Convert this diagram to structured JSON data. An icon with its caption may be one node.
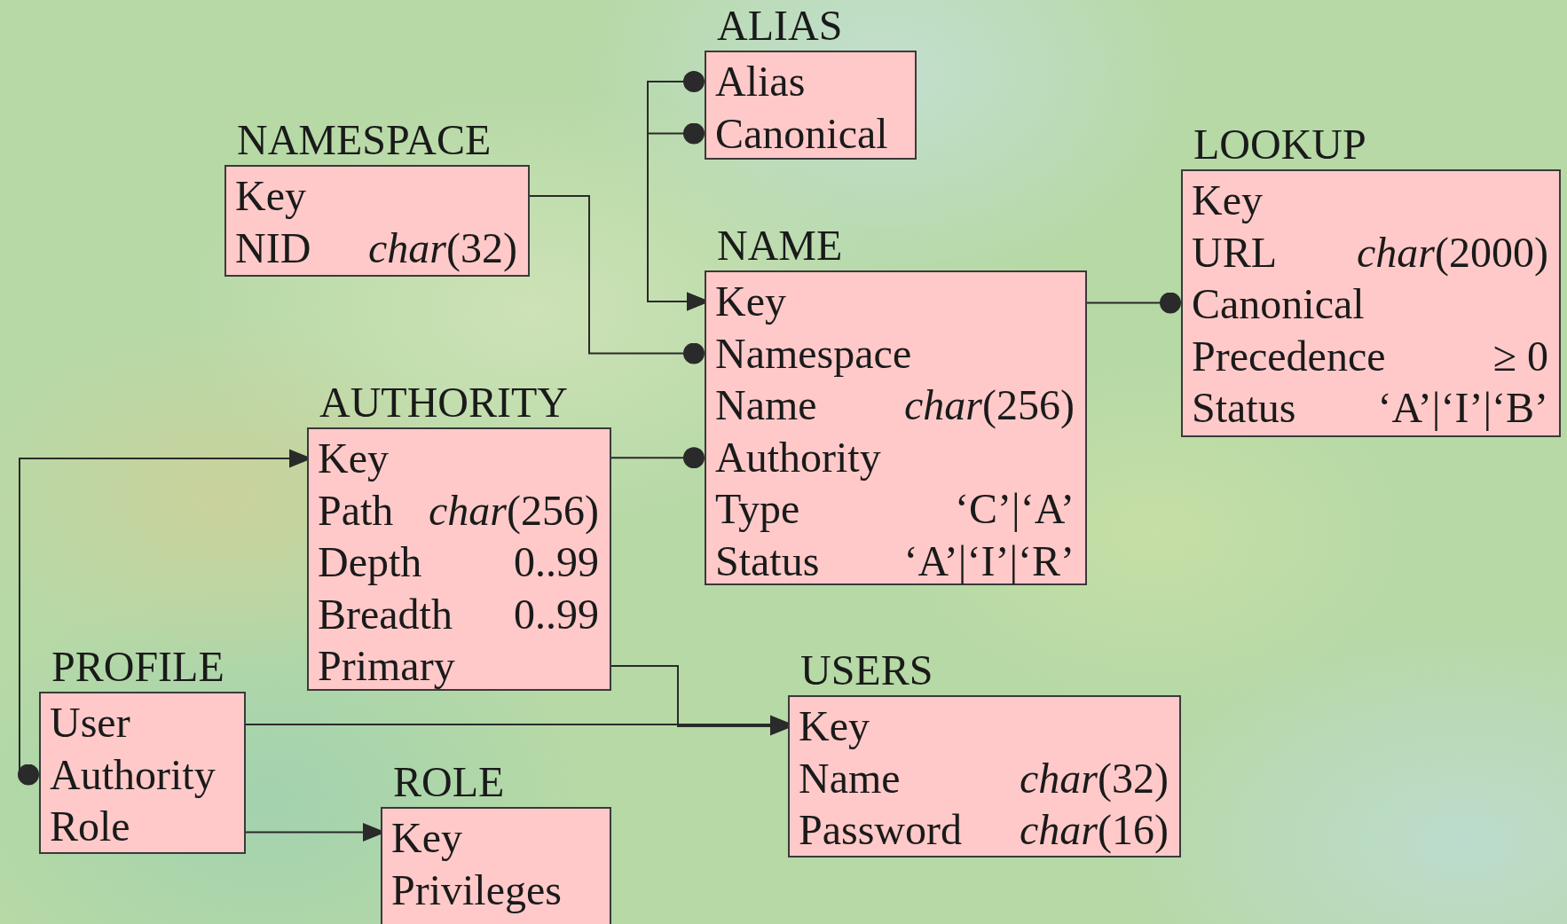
{
  "diagram": {
    "nodes": [
      {
        "text": [
          "ALIAS"
        ]
      },
      {
        "text": [
          "Alias"
        ],
        "in": 0
      },
      {
        "text": [
          "Canonical"
        ],
        "in": 0
      },
      {
        "text": [
          "NAMESPACE"
        ]
      },
      {
        "text": [
          "Key"
        ],
        "in": 3
      },
      {
        "text": [
          "NID"
        ],
        "in": 3
      },
      {
        "text": [
          "LOOKUP"
        ]
      },
      {
        "text": [
          "Key"
        ],
        "in": 6
      },
      {
        "text": [
          "URL"
        ],
        "in": 6
      },
      {
        "text": [
          "Canonical"
        ],
        "in": 6
      },
      {
        "text": [
          "Precedence"
        ],
        "in": 6
      },
      {
        "text": [
          "Status"
        ],
        "in": 6
      },
      {
        "text": [
          "NAME"
        ]
      },
      {
        "text": [
          "Key"
        ],
        "in": 12
      },
      {
        "text": [
          "Namespace"
        ],
        "in": 12
      },
      {
        "text": [
          "Name"
        ],
        "in": 12
      },
      {
        "text": [
          "Authority"
        ],
        "in": 12
      },
      {
        "text": [
          "Type"
        ],
        "in": 12
      },
      {
        "text": [
          "Status"
        ],
        "in": 12
      },
      {
        "text": [
          "AUTHORITY"
        ]
      },
      {
        "text": [
          "Key"
        ],
        "in": 19
      },
      {
        "text": [
          "Path"
        ],
        "in": 19
      },
      {
        "text": [
          "Depth"
        ],
        "in": 19
      },
      {
        "text": [
          "Breadth"
        ],
        "in": 19
      },
      {
        "text": [
          "Primary"
        ],
        "in": 19
      },
      {
        "text": [
          "PROFILE"
        ]
      },
      {
        "text": [
          "User"
        ],
        "in": 25
      },
      {
        "text": [
          "Authority"
        ],
        "in": 25
      },
      {
        "text": [
          "Role"
        ],
        "in": 25
      },
      {
        "text": [
          "ROLE"
        ]
      },
      {
        "text": [
          "Key"
        ],
        "in": 29
      },
      {
        "text": [
          "Privileges"
        ],
        "in": 29
      },
      {
        "text": [
          "USERS"
        ]
      },
      {
        "text": [
          "Key"
        ],
        "in": 32
      },
      {
        "text": [
          "Name"
        ],
        "in": 32
      },
      {
        "text": [
          "Password"
        ],
        "in": 32
      }
    ],
    "labels": [
      "*char*(32)",
      "*char*(2000)",
      "≥ 0",
      "‘A’|‘I’|‘B’",
      "*char*(256)",
      "‘C’|‘A’",
      "‘A’|‘I’|‘R’",
      "*char*(256)",
      "0..99",
      "0..99",
      "*char*(32)",
      "*char*(16)"
    ],
    "edges": [
      {
        "from": 1,
        "to": 13,
        "arrow": "to"
      },
      {
        "from": 2,
        "to": 13,
        "arrow": "to"
      },
      {
        "from": 14,
        "to": 4,
        "arrow": "to"
      },
      {
        "from": 9,
        "to": 13,
        "arrow": "to"
      },
      {
        "from": 16,
        "to": 20,
        "arrow": "to"
      },
      {
        "from": 27,
        "to": 20,
        "arrow": "to"
      },
      {
        "from": 24,
        "to": 33,
        "arrow": "to"
      },
      {
        "from": 26,
        "to": 33,
        "arrow": "to"
      },
      {
        "from": 28,
        "to": 30,
        "arrow": "to"
      }
    ]
  }
}
